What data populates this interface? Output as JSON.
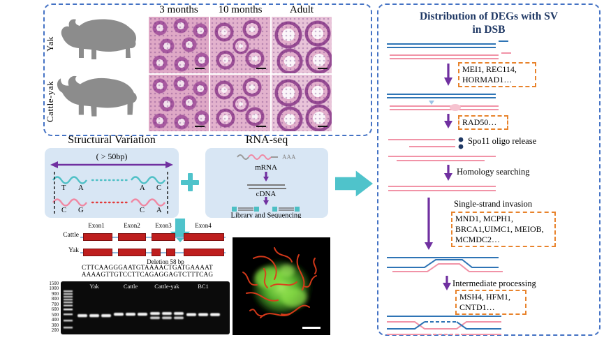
{
  "left_panel": {
    "row_labels": [
      "Yak",
      "Cattle-yak"
    ],
    "col_headers": [
      "3 months",
      "10 months",
      "Adult"
    ]
  },
  "sv": {
    "title": "Structural Variation",
    "size_label": "( > 50bp)",
    "top_bases": [
      "T",
      "A",
      "A",
      "C"
    ],
    "bottom_bases": [
      "C",
      "G",
      "C",
      "A"
    ]
  },
  "rna": {
    "title": "RNA-seq",
    "poly_a": "AAA",
    "mrna_label": "mRNA",
    "cdna_label": "cDNA",
    "library_label": "Library and Sequencing"
  },
  "gene_model": {
    "species": [
      "Cattle",
      "Yak"
    ],
    "exon_labels": [
      "Exon1",
      "Exon2",
      "Exon3",
      "Exon4"
    ],
    "deletion_label": "Deletion 58 bp",
    "sequence_line1": "CTTCAAGGGAATGTAAAACTGATGAAAAT",
    "sequence_line2": "AAAAGTTGTCCTTCAGAGGAGTCTTTCAG"
  },
  "gel": {
    "ladder_labels": [
      "1500",
      "1000",
      "900",
      "800",
      "700",
      "600",
      "500",
      "400",
      "300",
      "200"
    ],
    "lane_labels": [
      "Yak",
      "Cattle",
      "Cattle-yak",
      "BC1"
    ]
  },
  "dsb_panel": {
    "title_line1": "Distribution of DEGs with SV",
    "title_line2": "in DSB",
    "gene_box_1": "MEI1, REC114, HORMAD1…",
    "gene_box_2": "RAD50…",
    "step_spo11": "Spo11 oligo release",
    "step_homology": "Homology searching",
    "step_invasion": "Single-strand invasion",
    "gene_box_3": "MND1, MCPH1, BRCA1,UIMC1, MEIOB, MCMDC2…",
    "step_intermediate": "Intermediate processing",
    "gene_box_4": "MSH4, HFM1, CNTD1…"
  },
  "colors": {
    "panel_border_blue": "#4472C4",
    "gene_box_orange": "#E8832C",
    "arrow_purple": "#7030A0",
    "accent_teal": "#4FC3CB",
    "dna_blue": "#2E74B5",
    "dna_pink": "#F193A7",
    "exon_red": "#BE1E1E"
  }
}
